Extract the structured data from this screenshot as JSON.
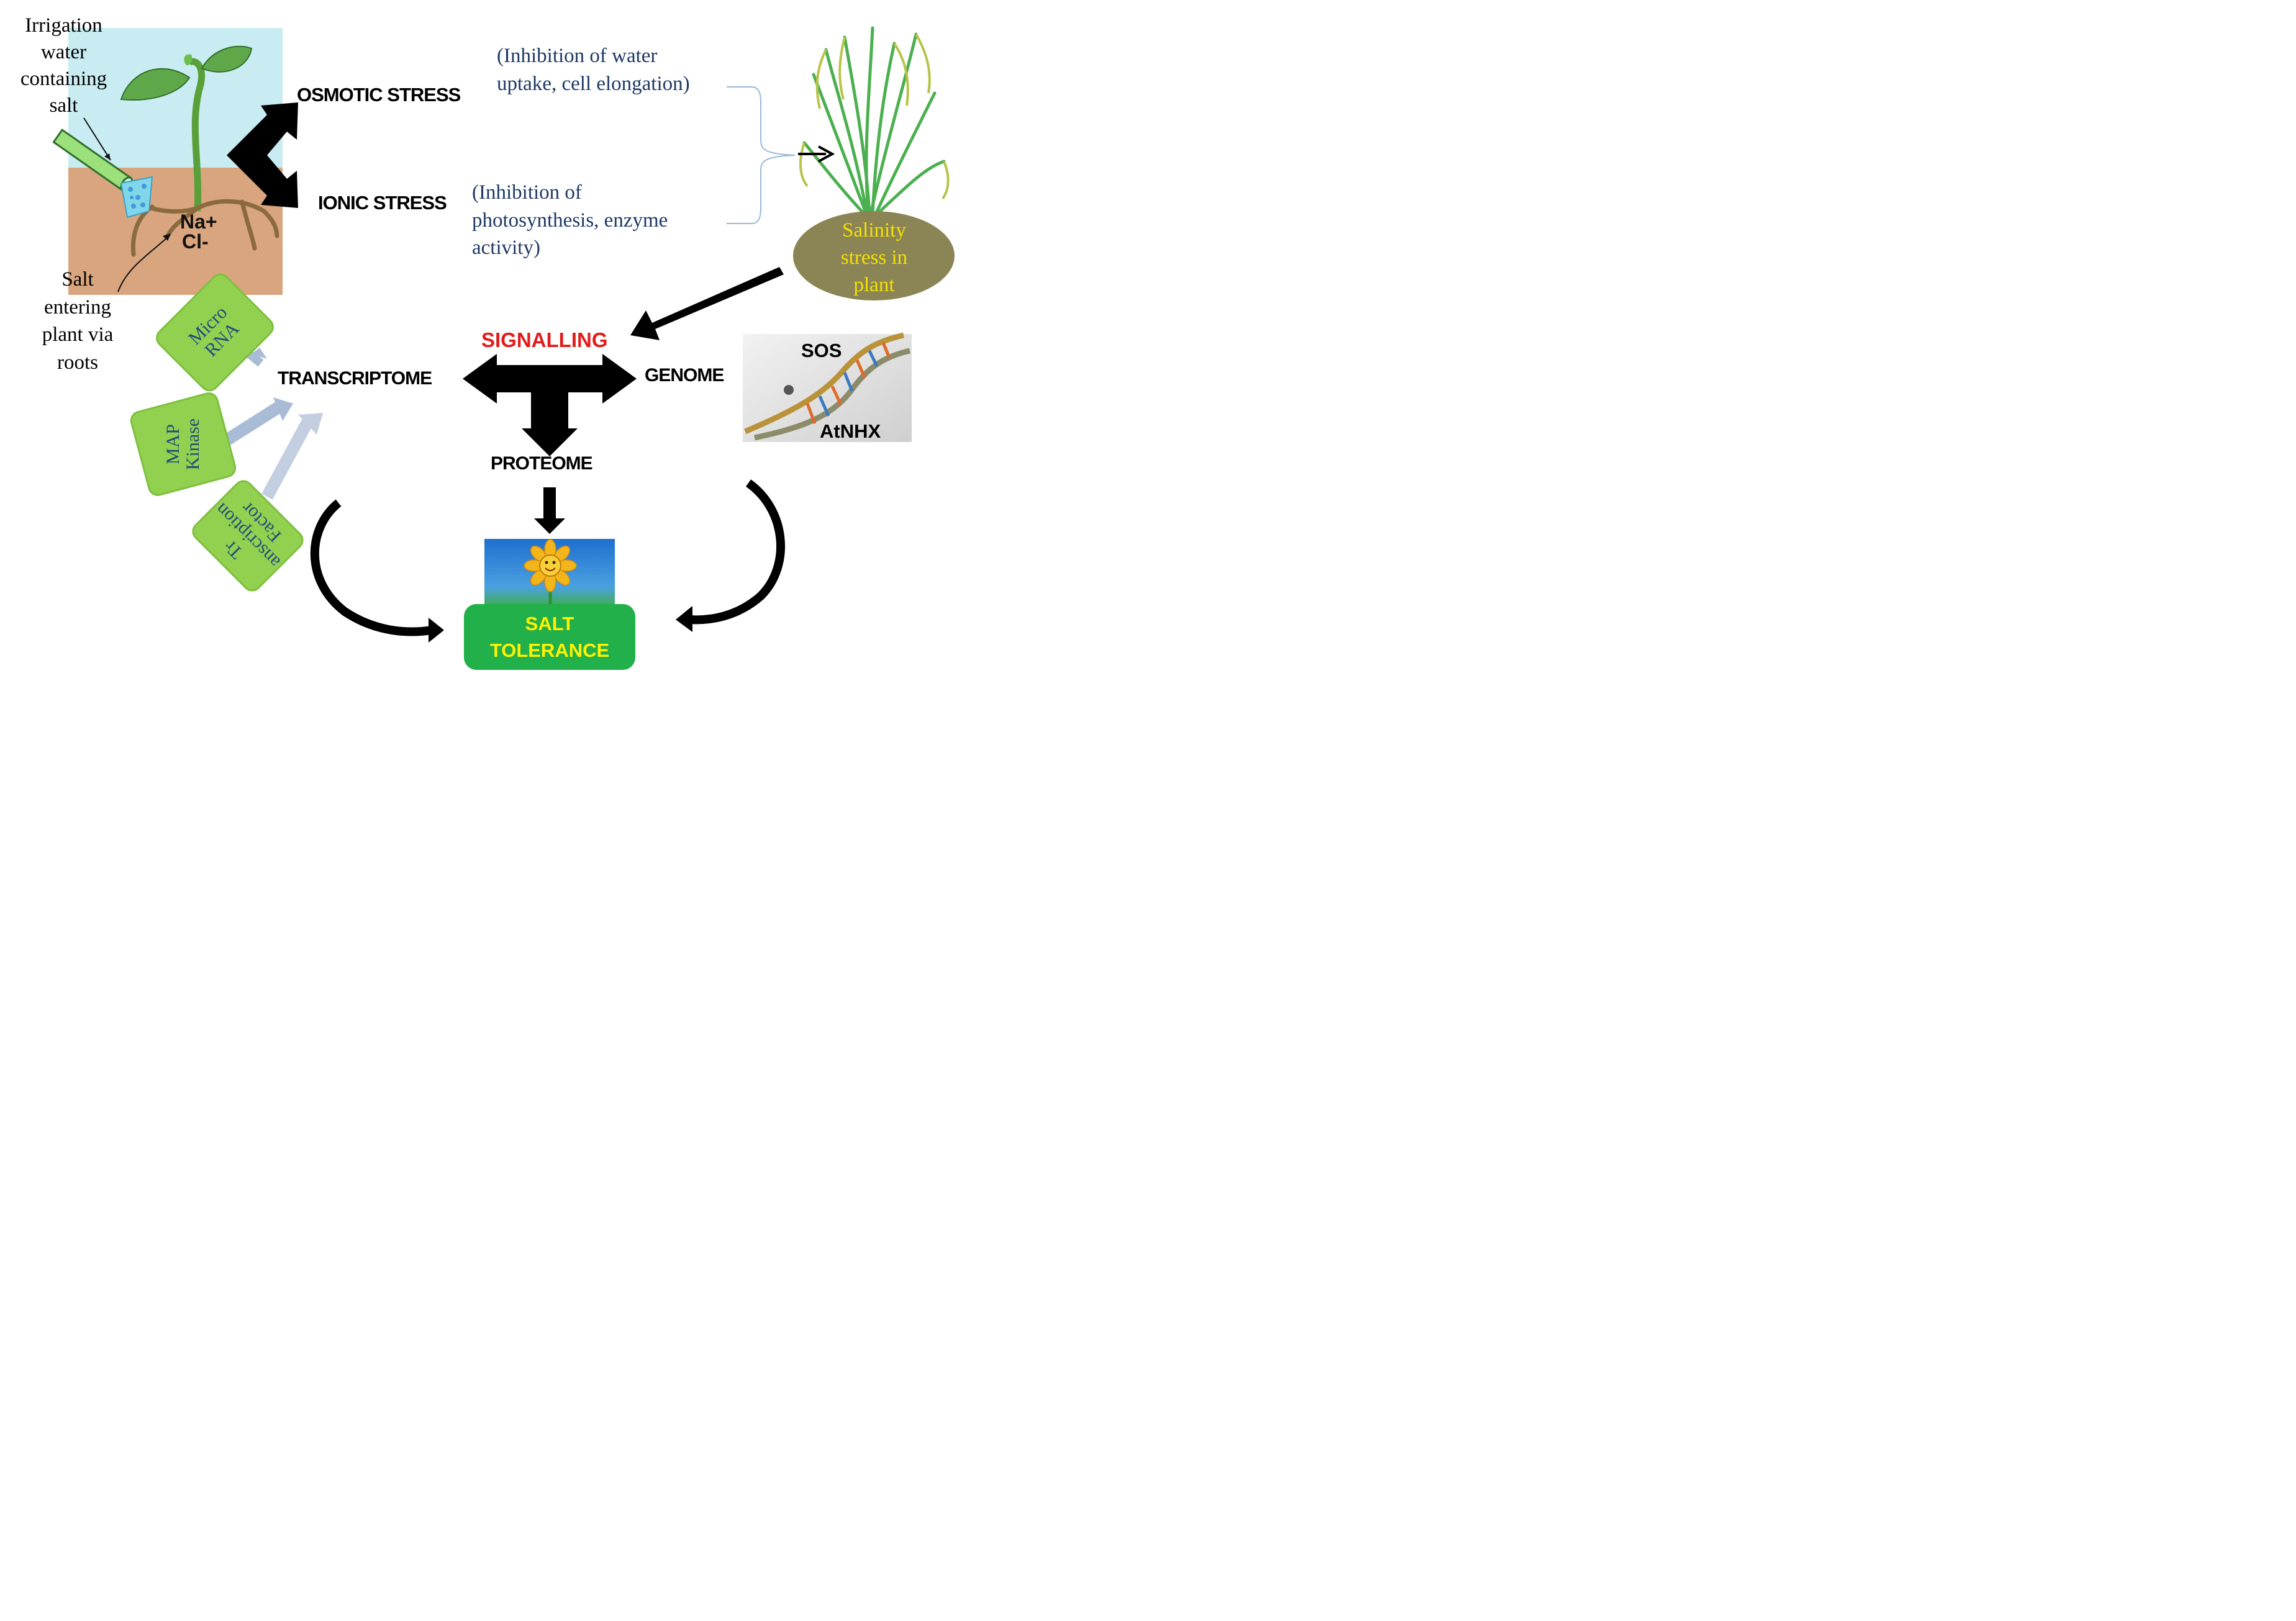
{
  "plant_panel": {
    "irrigation_label": [
      "Irrigation",
      "water",
      "containing",
      "salt"
    ],
    "ions": [
      "Na+",
      "Cl-"
    ],
    "salt_entry_label": [
      "Salt",
      "entering",
      "plant via",
      "roots"
    ]
  },
  "stress": {
    "osmotic": "OSMOTIC STRESS",
    "osmotic_effect": [
      "(Inhibition of water",
      "uptake, cell elongation)"
    ],
    "ionic": "IONIC STRESS",
    "ionic_effect": [
      "(Inhibition of",
      "photosynthesis, enzyme",
      "activity)"
    ]
  },
  "salinity_oval": [
    "Salinity",
    "stress in",
    "plant"
  ],
  "signalling": "SIGNALLING",
  "omics": {
    "transcriptome": "TRANSCRIPTOME",
    "genome": "GENOME",
    "proteome": "PROTEOME"
  },
  "dna_panel": {
    "top_label": "SOS",
    "bottom_label": "AtNHX"
  },
  "regulators": {
    "micro_rna": [
      "Micro",
      "RNA"
    ],
    "map_kinase": [
      "MAP",
      "Kinase"
    ],
    "transcription_factor": [
      "Tr",
      "anscription",
      "Factor"
    ]
  },
  "salt_tolerance": [
    "SALT",
    "TOLERANCE"
  ],
  "colors": {
    "signalling": "#e21b1b",
    "box_green": "#92d050",
    "oval": "#8b8556",
    "oval_text": "#f5e000",
    "tolerance_box": "#22b04a",
    "tolerance_text": "#fff200",
    "effect_text": "#1f3864",
    "soil": "#d8a57e",
    "sky": "#c8ecf2"
  }
}
